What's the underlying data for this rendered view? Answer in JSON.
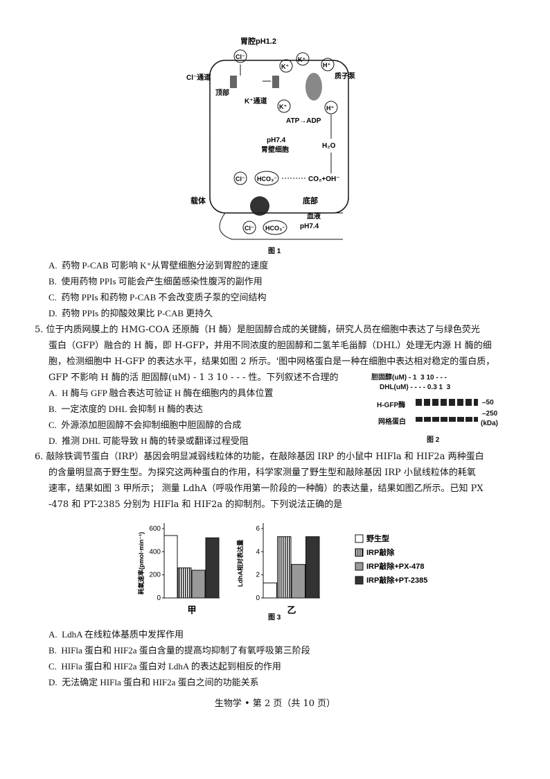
{
  "figure1": {
    "stomach_label": "胃腔pH1.2",
    "cl_channel": "Cl⁻通道",
    "apical": "顶部",
    "k_channel": "K⁺通道",
    "proton_pump": "质子泵",
    "atp_adp": "ATP→ADP",
    "cell_ph": "pH7.4",
    "cell_label": "胃壁细胞",
    "h2o": "H₂O",
    "co2_oh": "CO₂+OH⁻",
    "carrier": "载体",
    "basal": "底部",
    "blood": "血液",
    "blood_ph": "pH7.4",
    "ion_cl": "Cl⁻",
    "ion_k": "K⁺",
    "ion_h": "H⁺",
    "ion_hco3": "HCO₃⁻",
    "caption": "图 1"
  },
  "q4_options": [
    {
      "letter": "A.",
      "text": "药物 P-CAB 可影响 K⁺从胃壁细胞分泌到胃腔的速度"
    },
    {
      "letter": "B.",
      "text": "使用药物 PPIs 可能会产生细菌感染性腹泻的副作用"
    },
    {
      "letter": "C.",
      "text": "药物 PPIs 和药物 P-CAB 不会改变质子泵的空间结构"
    },
    {
      "letter": "D.",
      "text": "药物 PPIs 的抑酸效果比 P-CAB 更持久"
    }
  ],
  "q5": {
    "line1": "5.  位于内质网膜上的 HMG-COA 还原酶（H 酶）是胆固醇合成的关键酶，研究人员在细胞中表达了与绿色荧光",
    "line2": "蛋白（GFP）融合的 H 酶，即 H-GFP，并用不同浓度的胆固醇和二氢羊毛甾醇（DHL）处理无内源 H 酶的细",
    "line3": "胞，检测细胞中 H-GFP 的表达水平，结果如图 2 所示。'图中网格蛋白是一种在细胞中表达相对稳定的蛋白质，",
    "line4": "GFP 不影响 H 酶的活 胆固醇(uM) - 1 3 10 - - - 性。下列叙述不合理的",
    "options": [
      {
        "letter": "A.",
        "text": "H 酶与 GFP 融合表达可验证 H 酶在细胞内的具体位置"
      },
      {
        "letter": "B.",
        "text": "一定浓度的 DHL 会抑制 H 酶的表达"
      },
      {
        "letter": "C.",
        "text": "外源添加胆固醇不会抑制细胞中胆固醇的合成"
      },
      {
        "letter": "D.",
        "text": "推测 DHL 可能导致 H 酶的转录或翻译过程受阻"
      }
    ]
  },
  "figure2": {
    "row1": "胆固醇(uM) - 1  3 10 - - -",
    "row2": "DHL(uM) - - - - 0.3 1  3",
    "row3_label": "H-GFP酶",
    "row4_label": "网格蛋白",
    "mark50": "–50",
    "mark250": "–250",
    "kda": "(kDa)",
    "caption": "图 2"
  },
  "q6": {
    "line1": "6.  敲除铁调节蛋白（IRP）基因会明显减弱线粒体的功能，在敲除基因 IRP 的小鼠中 HIFla 和 HIF2a 两种蛋白",
    "line2": "的含量明显高于野生型。为探究这两种蛋白的作用，科学家测量了野生型和敲除基因 IRP 小鼠线粒体的耗氧",
    "line3": "速率，结果如图 3 甲所示；  测量 LdhA（呼吸作用第一阶段的一种酶）的表达量，结果如图乙所示。已知 PX",
    "line4": "-478 和 PT-2385 分别为 HIFla 和 HIF2a 的抑制剂。下列说法正确的是",
    "options": [
      {
        "letter": "A.",
        "text": "LdhA 在线粒体基质中发挥作用"
      },
      {
        "letter": "B.",
        "text": "HIFla 蛋白和 HIF2a 蛋白含量的提高均抑制了有氧呼吸第三阶段"
      },
      {
        "letter": "C.",
        "text": "HIFla 蛋白和 HIF2a 蛋白对 LdhA 的表达起到相反的作用"
      },
      {
        "letter": "D.",
        "text": "无法确定 HIFla 蛋白和 HIF2a 蛋白之间的功能关系"
      }
    ]
  },
  "chart_data": [
    {
      "type": "bar",
      "title": "甲",
      "ylabel": "耗氧速率(pmol·min⁻¹)",
      "ylim": [
        0,
        600
      ],
      "yticks": [
        "0",
        "200",
        "400",
        "600"
      ],
      "categories": [
        "野生型",
        "IRP敲除",
        "IRP敲除+PX-478",
        "IRP敲除+PT-2385"
      ],
      "values": [
        540,
        260,
        240,
        520
      ]
    },
    {
      "type": "bar",
      "title": "乙",
      "ylabel": "LdhA相对表达量",
      "ylim": [
        0,
        6
      ],
      "yticks": [
        "0",
        "2",
        "4",
        "6"
      ],
      "categories": [
        "野生型",
        "IRP敲除",
        "IRP敲除+PX-478",
        "IRP敲除+PT-2385"
      ],
      "values": [
        1.3,
        5.3,
        2.9,
        5.3
      ]
    }
  ],
  "legend": [
    "野生型",
    "IRP敲除",
    "IRP敲除+PX-478",
    "IRP敲除+PT-2385"
  ],
  "fig3_caption": "图 3",
  "footer": "生物学 • 第 2 页（共 10 页）"
}
